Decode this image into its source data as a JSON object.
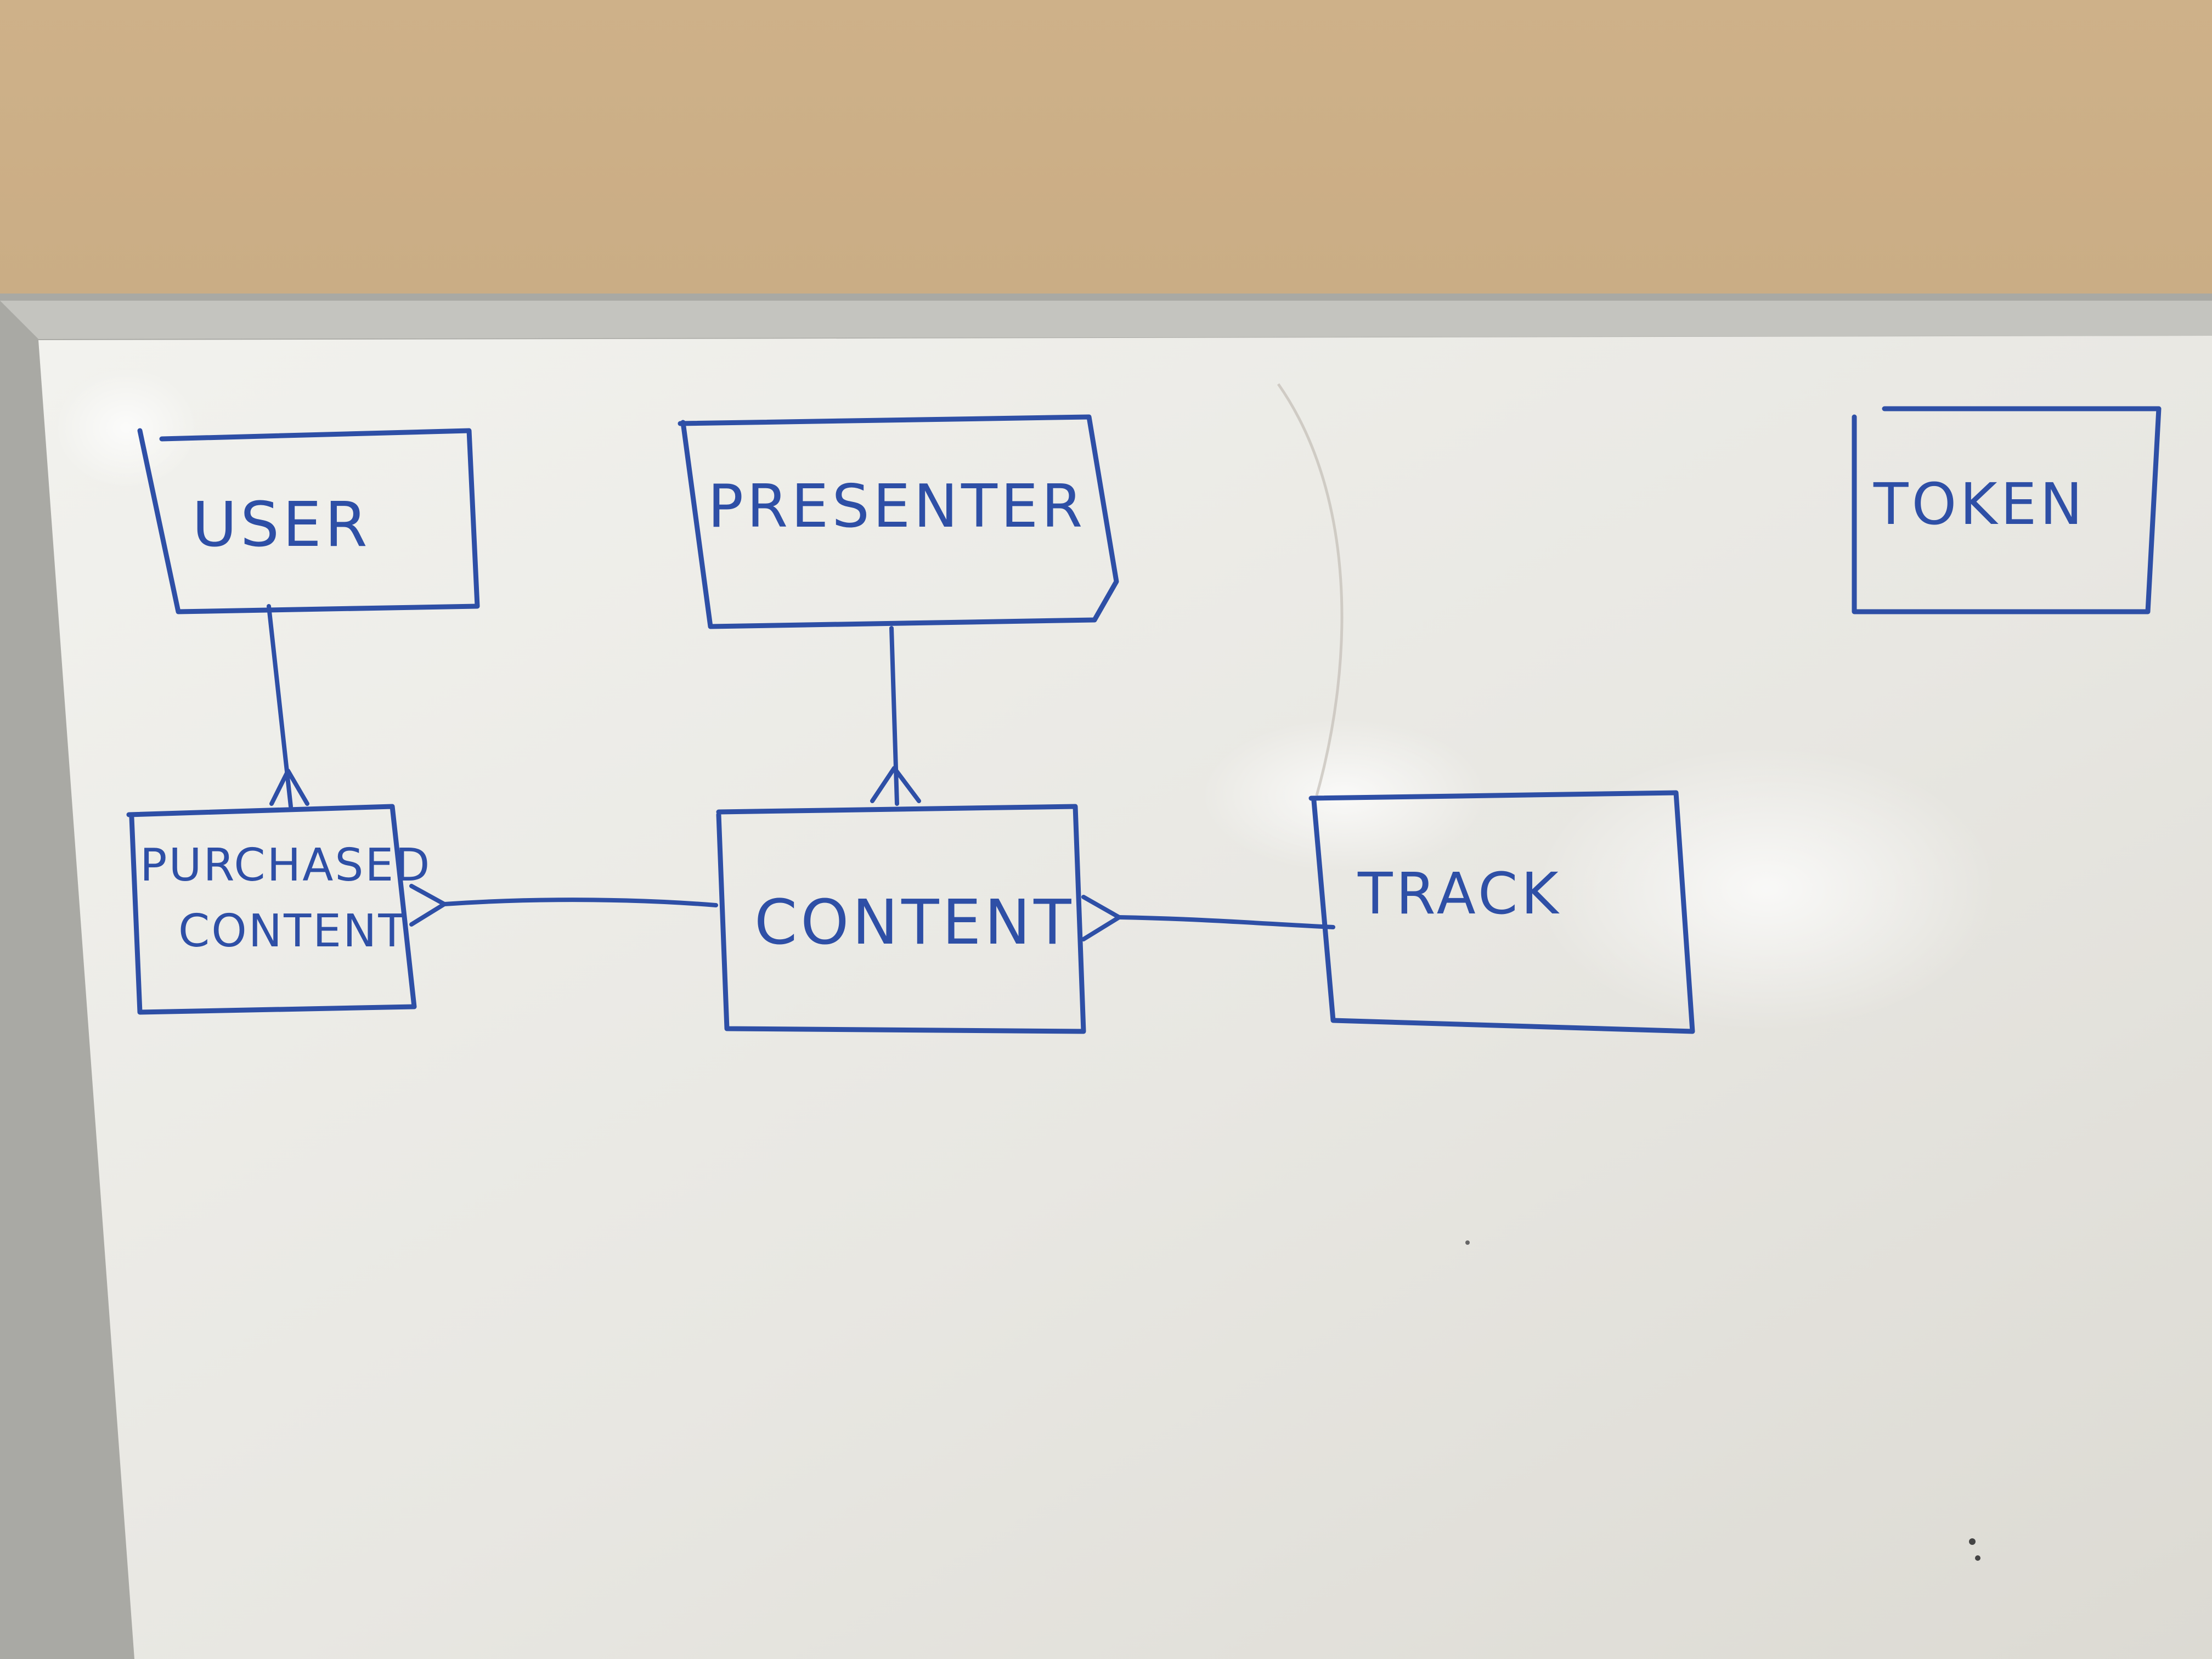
{
  "board": {
    "wall_color": "#c9ad85",
    "frame_color": "#a3a39e",
    "surface_color": "#ecebe6",
    "ink_color": "#2e4fa6"
  },
  "entities": [
    {
      "id": "user",
      "label": "USER"
    },
    {
      "id": "presenter",
      "label": "PRESENTER"
    },
    {
      "id": "token",
      "label": "TOKEN"
    },
    {
      "id": "purchased_content",
      "label_lines": [
        "PURCHASED",
        "CONTENT"
      ]
    },
    {
      "id": "content",
      "label": "CONTENT"
    },
    {
      "id": "track",
      "label": "TRACK"
    }
  ],
  "relationships": [
    {
      "from": "user",
      "to": "purchased_content",
      "cardinality": "one-to-many"
    },
    {
      "from": "presenter",
      "to": "content",
      "cardinality": "one-to-many"
    },
    {
      "from": "content",
      "to": "purchased_content",
      "cardinality": "one-to-many"
    },
    {
      "from": "track",
      "to": "content",
      "cardinality": "one-to-many"
    }
  ]
}
